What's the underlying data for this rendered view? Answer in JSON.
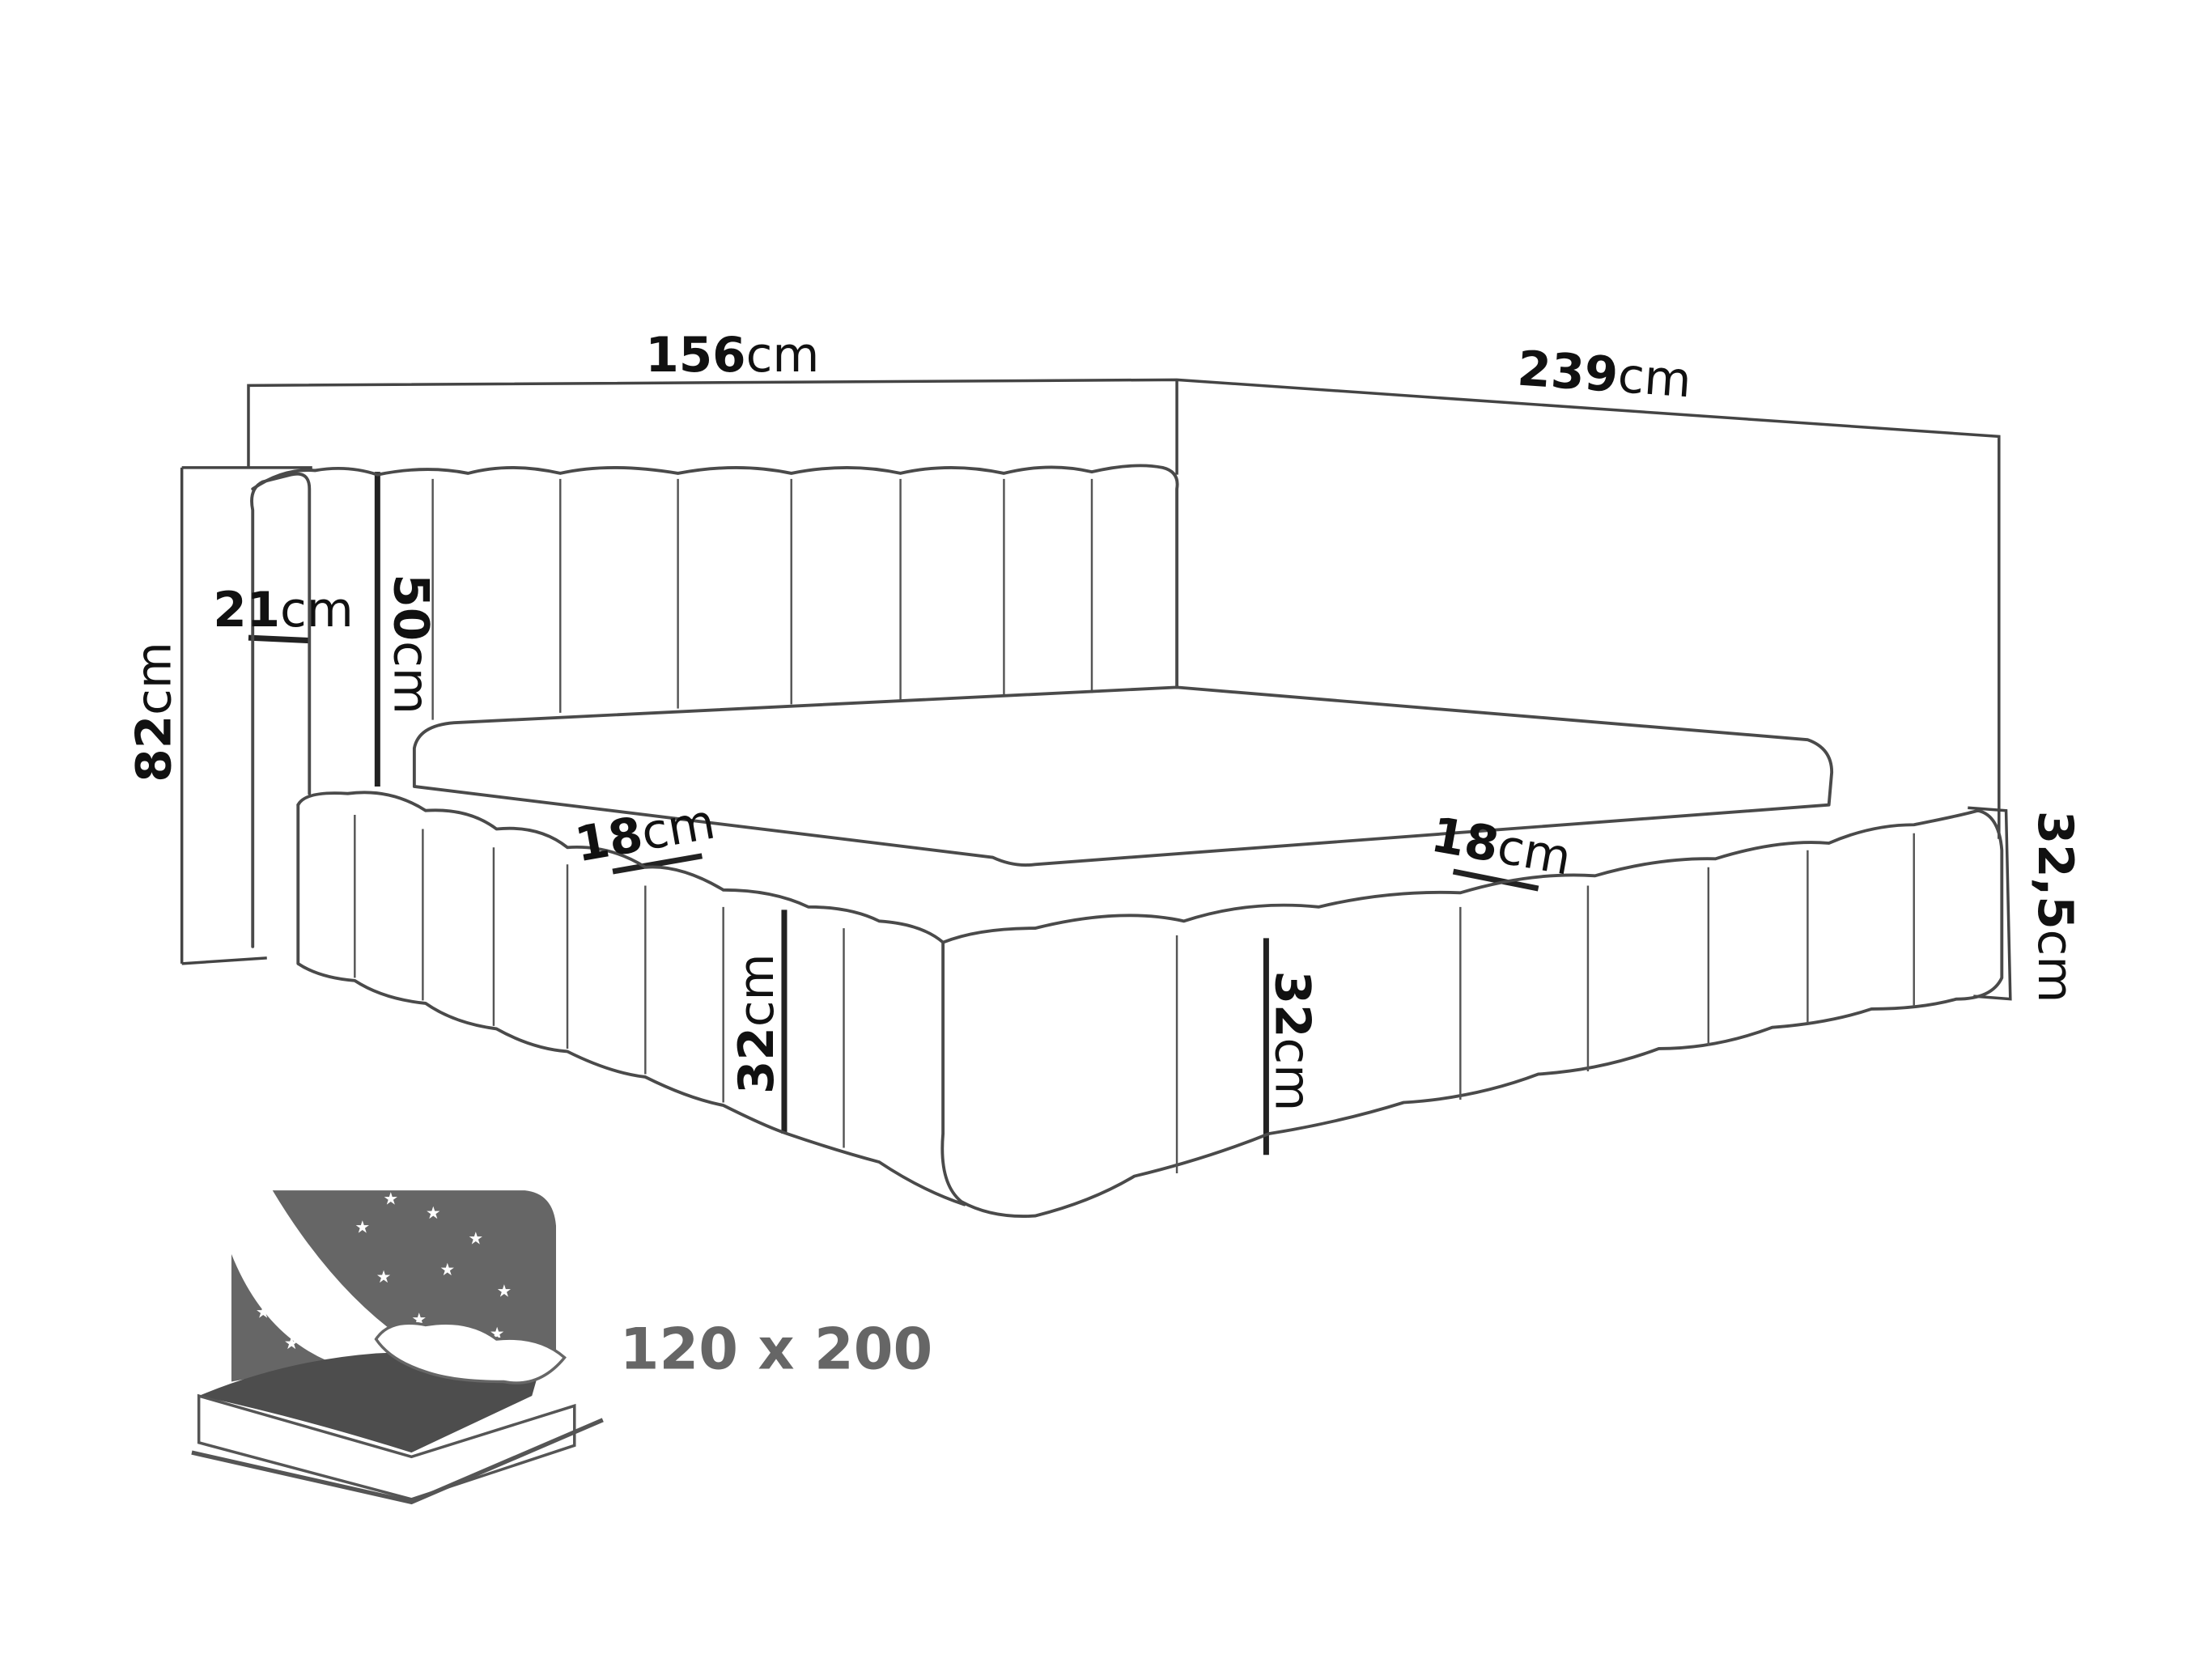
{
  "dimensions": {
    "width": {
      "value": "156",
      "unit": "cm"
    },
    "length": {
      "value": "239",
      "unit": "cm"
    },
    "total_height": {
      "value": "82",
      "unit": "cm"
    },
    "headboard_thickness": {
      "value": "21",
      "unit": "cm"
    },
    "headboard_height": {
      "value": "50",
      "unit": "cm"
    },
    "side_width_left": {
      "value": "18",
      "unit": "cm"
    },
    "side_width_right": {
      "value": "18",
      "unit": "cm"
    },
    "front_height_left": {
      "value": "32",
      "unit": "cm"
    },
    "front_height_right": {
      "value": "32",
      "unit": "cm"
    },
    "side_height": {
      "value": "32,5",
      "unit": "cm"
    }
  },
  "mattress_icon": {
    "size_label": "120 x 200"
  },
  "colors": {
    "line": "#4a4a4a",
    "icon_gray": "#666666",
    "icon_dark": "#4d4d4d"
  }
}
